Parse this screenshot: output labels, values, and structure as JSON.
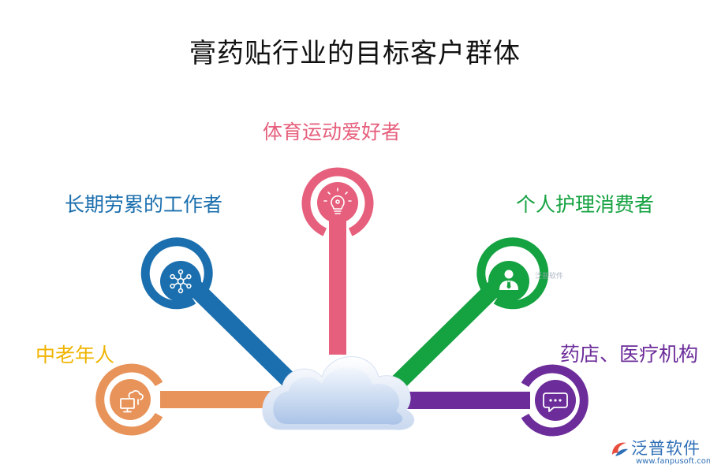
{
  "title": "膏药贴行业的目标客户群体",
  "colors": {
    "orange": "#e8935a",
    "blue": "#1b6fae",
    "pink": "#e65f7c",
    "green": "#15a241",
    "purple": "#6c2c9a",
    "yellow": "#f0b400",
    "cloud_top": "#f3f7fd",
    "cloud_bottom": "#aac3e7"
  },
  "segments": [
    {
      "label": "中老年人",
      "icon": "computer-cloud-icon",
      "color": "#e8935a",
      "label_color": "#f0b400"
    },
    {
      "label": "长期劳累的工作者",
      "icon": "network-nodes-icon",
      "color": "#1b6fae",
      "label_color": "#1b6fae"
    },
    {
      "label": "体育运动爱好者",
      "icon": "lightbulb-icon",
      "color": "#e65f7c",
      "label_color": "#e65f7c"
    },
    {
      "label": "个人护理消费者",
      "icon": "person-icon",
      "color": "#15a241",
      "label_color": "#15a241"
    },
    {
      "label": "药店、医疗机构",
      "icon": "chat-bubble-icon",
      "color": "#6c2c9a",
      "label_color": "#6c2c9a"
    }
  ],
  "hub": {
    "icon": "cloud-icon"
  },
  "watermark": "泛普软件",
  "brand": {
    "name": "泛普软件",
    "url": "www.fanpusoft.com"
  }
}
